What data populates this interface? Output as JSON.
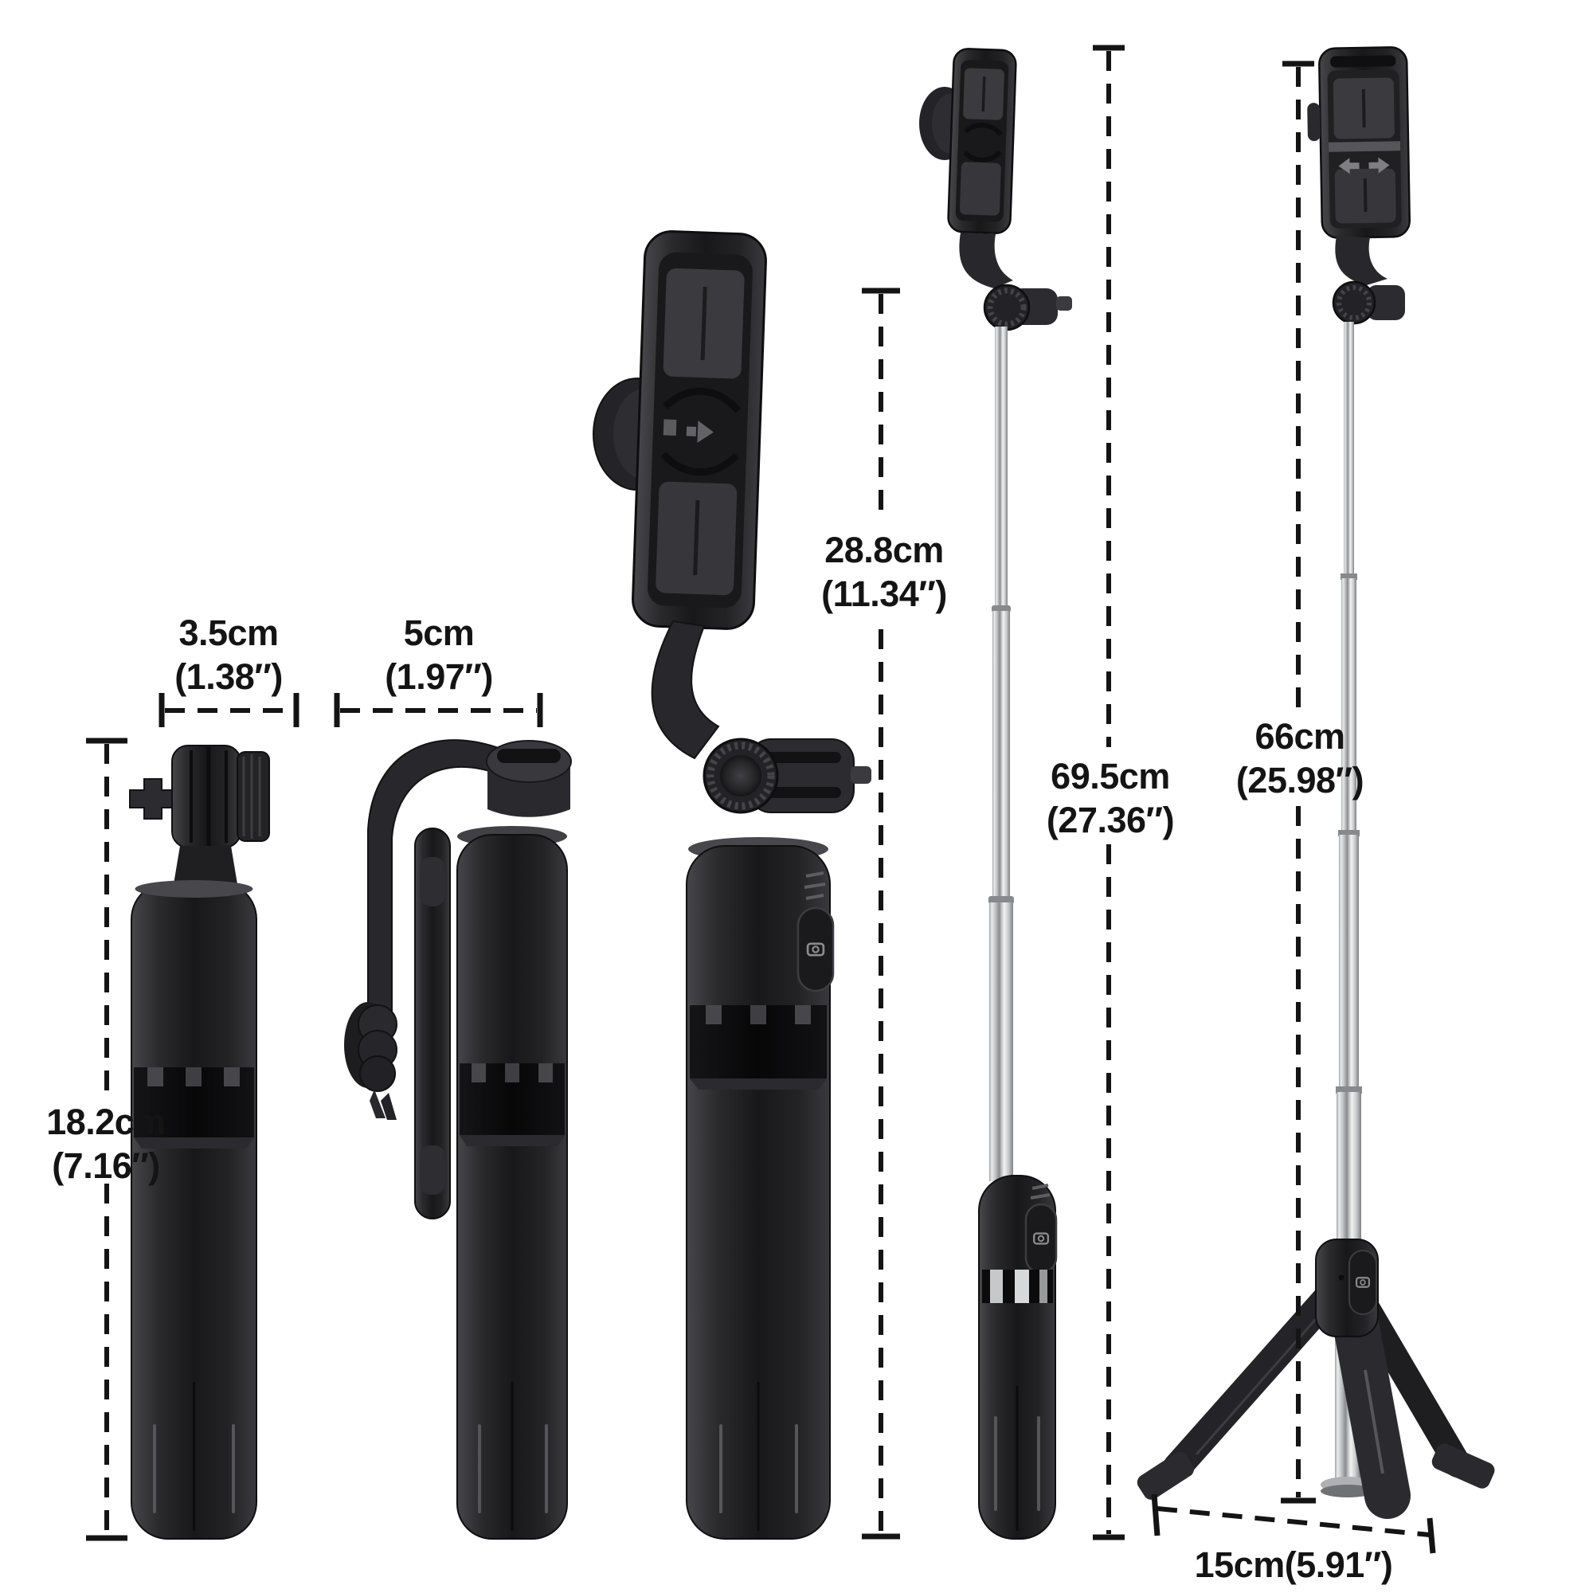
{
  "diagram": {
    "type": "product-dimensions",
    "subject": "selfie-stick-tripod",
    "background": "#ffffff"
  },
  "colors": {
    "annotation": "#141414",
    "product_black": "#1c1c1e",
    "chrome": "#c9cbcd"
  },
  "views": [
    {
      "id": "folded-compact",
      "icon": "selfie-stick-folded"
    },
    {
      "id": "folded-with-phone-clip",
      "icon": "selfie-stick-folded-clip"
    },
    {
      "id": "half-unfolded-clamp-up",
      "icon": "selfie-stick-half-unfolded"
    },
    {
      "id": "fully-extended-stick",
      "icon": "selfie-stick-extended"
    },
    {
      "id": "extended-with-tripod",
      "icon": "selfie-stick-tripod"
    }
  ],
  "icons": {
    "shutter_button": "camera-shutter-icon",
    "clamp_arrows": "left-right-arrows-icon"
  },
  "dimensions": {
    "folded_width": {
      "metric": "3.5cm",
      "imperial": "(1.38″)"
    },
    "clip_width": {
      "metric": "5cm",
      "imperial": "(1.97″)"
    },
    "folded_height": {
      "metric": "18.2cm",
      "imperial": "(7.16″)"
    },
    "half_extended_height": {
      "metric": "28.8cm",
      "imperial": "(11.34″)"
    },
    "extended_height": {
      "metric": "69.5cm",
      "imperial": "(27.36″)"
    },
    "tripod_height": {
      "metric": "66cm",
      "imperial": "(25.98″)"
    },
    "base_width": {
      "combined": "15cm(5.91″)"
    }
  }
}
